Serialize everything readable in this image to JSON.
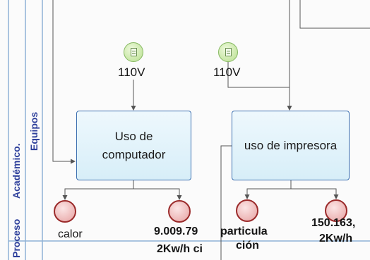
{
  "lanes": {
    "proceso": "Proceso",
    "academico": "Académico.",
    "equipos": "Equipos"
  },
  "tasks": {
    "computador": "Uso de computador",
    "impresora": "uso de impresora"
  },
  "inputs": {
    "computador": "110V",
    "impresora": "110V"
  },
  "outputs": {
    "calor": "calor",
    "consumo_computador_1": "9.009.79",
    "consumo_computador_2": "2Kw/h ci",
    "particula_1": "particula",
    "particula_2": "ción",
    "consumo_impresora_1": "150.163,",
    "consumo_impresora_2": "2Kw/h"
  },
  "colors": {
    "lane_line": "#8fb2d6",
    "flow_line": "#555555",
    "task_border": "#3c6fb0",
    "task_fill": "#e3f3fa",
    "start_event": "#b7df8e",
    "end_event": "#e7a2a2",
    "lane_label": "#2d3f9b"
  },
  "icons": {
    "input_event": "document-message-icon",
    "output_event": "end-event-circle-icon"
  }
}
